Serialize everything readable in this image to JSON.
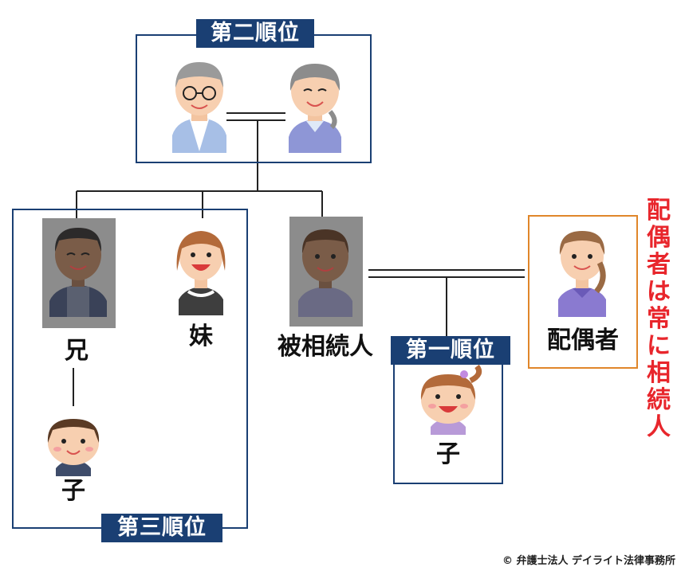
{
  "ranks": {
    "second": "第二順位",
    "first": "第一順位",
    "third": "第三順位"
  },
  "people": {
    "elder_brother": "兄",
    "younger_sister": "妹",
    "deceased": "被相続人",
    "spouse": "配偶者",
    "child": "子",
    "nephew": "子"
  },
  "note": "配偶者は常に相続人",
  "copyright": "© 弁護士法人 デイライト法律事務所",
  "colors": {
    "frame_blue": "#1a3f73",
    "frame_orange": "#e0862a",
    "note_red": "#e8262c",
    "deceased_overlay": "#8c8c8c"
  },
  "icons": [
    "grandfather-icon",
    "grandmother-icon",
    "brother-icon",
    "sister-icon",
    "deceased-icon",
    "spouse-icon",
    "child-girl-icon",
    "nephew-boy-icon"
  ]
}
